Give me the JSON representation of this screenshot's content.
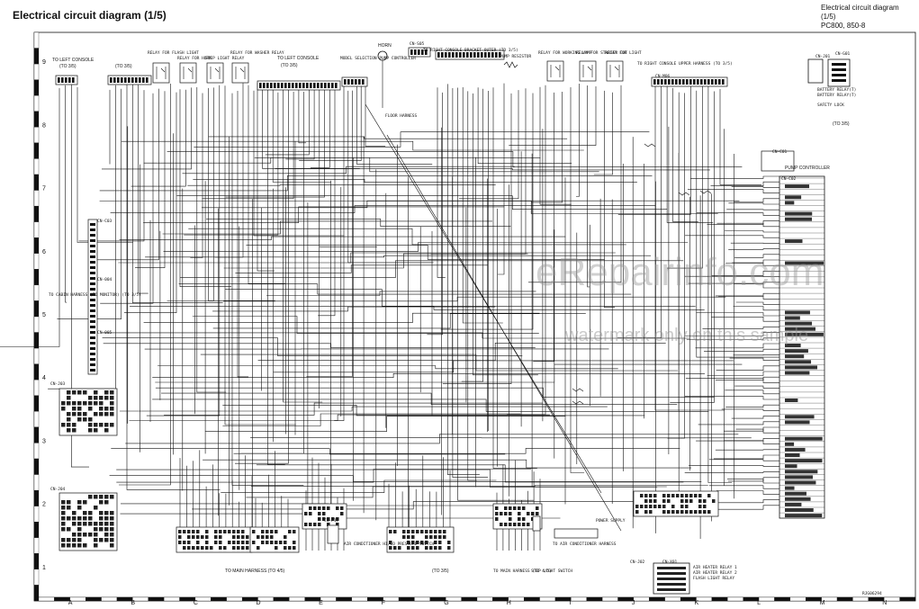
{
  "header": {
    "title": "Electrical circuit diagram (1/5)",
    "right_line1": "Electrical circuit diagram (1/5)",
    "right_line2": "PC800, 850-8"
  },
  "watermark": {
    "main": "eRepairinfo.com",
    "sub": "watermark only on this sample"
  },
  "drawing_number": "RJG06294",
  "columns": [
    "A",
    "B",
    "C",
    "D",
    "E",
    "F",
    "G",
    "H",
    "I",
    "J",
    "K",
    "L",
    "M",
    "N"
  ],
  "rows": [
    "9",
    "8",
    "7",
    "6",
    "5",
    "4",
    "3",
    "2",
    "1"
  ],
  "labels": {
    "to_left_console_1": "TO LEFT CONSOLE",
    "to_left_console_1_ref": "(TO 3/5)",
    "to_3_5_b": "(TO 3/5)",
    "relay_flash": "RELAY FOR FLASH LIGHT",
    "relay_horn": "RELAY FOR HORN",
    "step_light_relay": "STEP LIGHT RELAY",
    "relay_washer": "RELAY FOR WASHER RELAY",
    "to_left_console_2": "TO LEFT CONSOLE",
    "to_left_console_2_ref": "(TO 3/5)",
    "model_selection": "MODEL SELECTION PUMP CONTROLLER",
    "horn": "HORN",
    "cn_s05": "CN-S05",
    "to_right_console_bracket": "TO RIGHT CONSOLE BRACKET OUTER (TO 3/5)",
    "pump_resistor": "PUMP RESISTOR",
    "relay_working_lamp": "RELAY FOR WORKING LAMP",
    "relay_starter_cut": "RELAY FOR STARTER CUT",
    "relay_for_light": "RELAY FOR LIGHT",
    "to_right_console_upper": "TO RIGHT CONSOLE UPPER HARNESS (TO 3/5)",
    "cn_m06": "CN-M06",
    "cn_j01": "CN-J01",
    "cn_g01": "CN-G01",
    "battery_relay_1": "BATTERY RELAY(T)",
    "battery_relay_2": "BATTERY RELAY(T)",
    "safety_lock": "SAFETY LOCK",
    "to_3_5_right": "(TO 3/5)",
    "floor_harness": "FLOOR HARNESS",
    "cn_c01": "CN-C01",
    "pump_controller": "PUMP CONTROLLER",
    "cn_c02": "CN-C02",
    "cn_c03": "CN-C03",
    "to_cabin_harness": "TO CABIN HARNESS (TO MONITOR) (TO 3/5)",
    "cn_004": "CN-004",
    "cn_005": "CN-005",
    "cn_j03": "CN-J03",
    "cn_j04": "CN-J04",
    "cn_j02": "CN-J02",
    "to_main_harness_1": "TO MAIN HARNESS (TO 4/5)",
    "air_conditioner": "AIR CONDITIONER HI/LO PRESSURE SWITCH",
    "cn_p17": "CN-P17",
    "to_3_5_bottom": "(TO 3/5)",
    "to_main_harness_2": "TO MAIN HARNESS (TO 4/5)",
    "step_light_switch": "STEP LIGHT SWITCH",
    "to_air_conditioner": "TO AIR CONDITIONER HARNESS",
    "power_supply": "POWER SUPPLY",
    "cn_x01": "CN-X01",
    "air_heater_relay": "AIR HEATER RELAY 1",
    "air_heater_relay_2": "AIR HEATER RELAY 2",
    "flash_light_relay": "FLASH LIGHT RELAY"
  }
}
